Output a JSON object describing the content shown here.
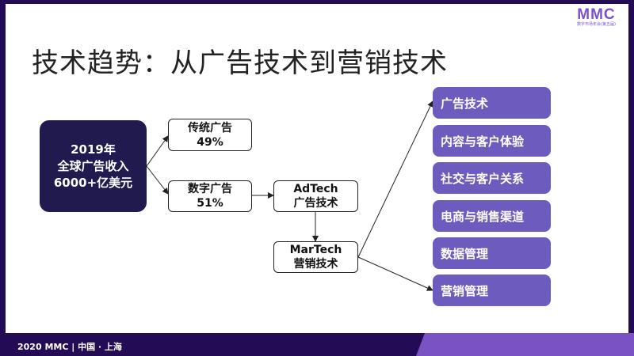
{
  "logo": {
    "text": "MMC",
    "subtext": "数字市场年会(第五届)"
  },
  "title": "技术趋势：从广告技术到营销技术",
  "source": {
    "lines": [
      "2019年",
      "全球广告收入",
      "6000+亿美元"
    ]
  },
  "traditional": {
    "label": "传统广告",
    "value": "49%"
  },
  "digital": {
    "label": "数字广告",
    "value": "51%"
  },
  "adtech": {
    "label": "AdTech",
    "sub": "广告技术"
  },
  "martech": {
    "label": "MarTech",
    "sub": "营销技术"
  },
  "categories": [
    "广告技术",
    "内容与客户体验",
    "社交与客户关系",
    "电商与销售渠道",
    "数据管理",
    "营销管理"
  ],
  "footer": "2020 MMC | 中国 · 上海",
  "colors": {
    "frame": "#230c55",
    "accent": "#6e5bbe",
    "dark_box": "#201a4e"
  }
}
